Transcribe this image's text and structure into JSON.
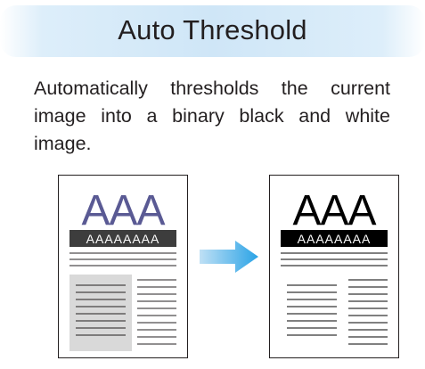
{
  "title": "Auto Threshold",
  "description": "Automatically thresholds the current image into a binary black and white image.",
  "before_image": {
    "heading": "AAA",
    "banner": "AAAAAAAA",
    "heading_color": "#5a5a94",
    "banner_color": "#3d3d3d",
    "panel_color": "#d9d9d9"
  },
  "after_image": {
    "heading": "AAA",
    "banner": "AAAAAAAA",
    "heading_color": "#000000",
    "banner_color": "#000000"
  },
  "arrow_colors": [
    "#bfe0f5",
    "#2aa3e6"
  ]
}
